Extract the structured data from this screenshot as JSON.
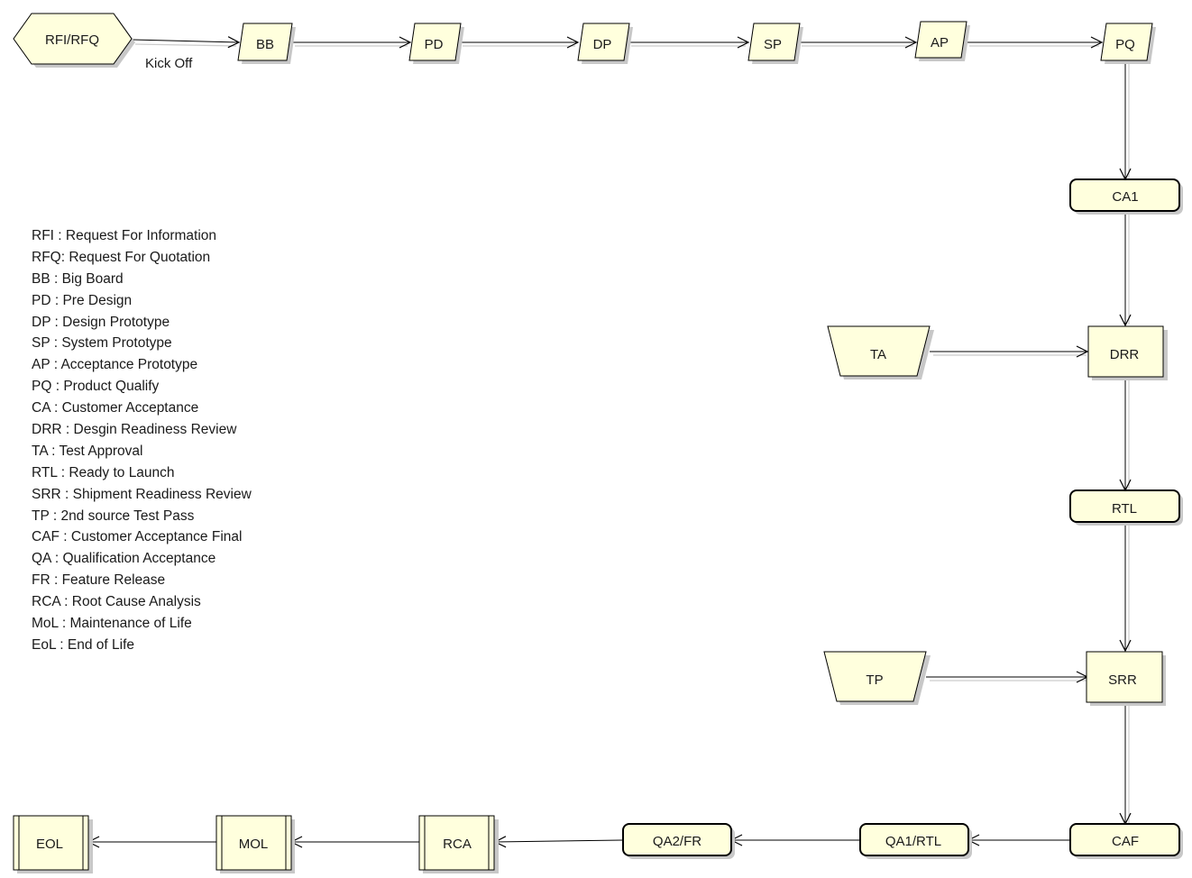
{
  "diagram": {
    "nodes": {
      "rfi_rfq": "RFI/RFQ",
      "bb": "BB",
      "pd": "PD",
      "dp": "DP",
      "sp": "SP",
      "ap": "AP",
      "pq": "PQ",
      "ca1": "CA1",
      "ta": "TA",
      "drr": "DRR",
      "rtl": "RTL",
      "tp": "TP",
      "srr": "SRR",
      "caf": "CAF",
      "qa1_rtl": "QA1/RTL",
      "qa2_fr": "QA2/FR",
      "rca": "RCA",
      "mol": "MOL",
      "eol": "EOL"
    },
    "edge_labels": {
      "kickoff": "Kick Off"
    },
    "colors": {
      "node_fill": "#ffffdd",
      "stroke": "#000000",
      "shadow": "#c8c8c8"
    }
  },
  "legend": [
    "RFI : Request For Information",
    "RFQ: Request For Quotation",
    "BB : Big Board",
    "PD : Pre Design",
    "DP : Design Prototype",
    "SP : System Prototype",
    "AP : Acceptance Prototype",
    "PQ : Product Qualify",
    "CA : Customer Acceptance",
    "DRR : Desgin Readiness Review",
    "TA : Test Approval",
    "RTL : Ready to Launch",
    "SRR : Shipment Readiness Review",
    "TP : 2nd source Test Pass",
    "CAF : Customer Acceptance Final",
    "QA : Qualification Acceptance",
    "FR : Feature Release",
    "RCA : Root Cause Analysis",
    "MoL : Maintenance of Life",
    "EoL : End of Life"
  ]
}
